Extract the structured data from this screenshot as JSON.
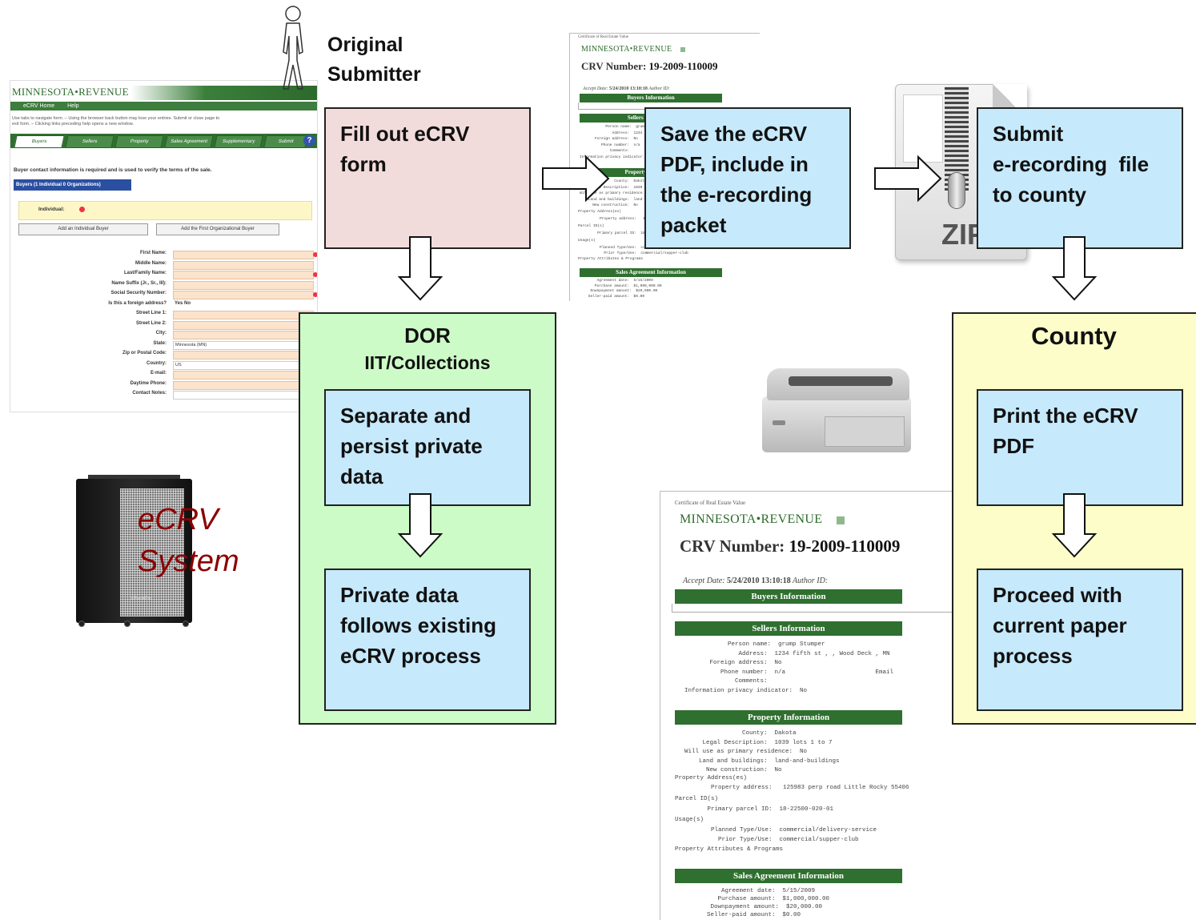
{
  "submitter": {
    "line1": "Original",
    "line2": "Submitter"
  },
  "steps": {
    "fill": [
      "Fill out eCRV",
      "form"
    ],
    "save": [
      "Save the eCRV",
      "PDF, include in",
      "the e-recording",
      "packet"
    ],
    "submit": [
      "Submit",
      "e-recording  file",
      "to county"
    ],
    "separate": [
      "Separate and",
      "persist private",
      "data"
    ],
    "private": [
      "Private data",
      "follows existing",
      "eCRV process"
    ],
    "print": [
      "Print the eCRV",
      "PDF"
    ],
    "proceed": [
      "Proceed with",
      "current paper",
      "process"
    ]
  },
  "dor": {
    "title": "DOR",
    "subtitle": "IIT/Collections"
  },
  "county": {
    "title": "County"
  },
  "system": {
    "line1": "eCRV",
    "line2": "System",
    "server_brand": "XRackPro"
  },
  "zip": {
    "label": "ZIP"
  },
  "form": {
    "brand": "MINNESOTA•REVENUE",
    "nav": [
      "eCRV Home",
      "Help"
    ],
    "note": "Use tabs to navigate form. – Using the browser back button may lose your entries. Submit or close page to exit form. – Clicking links preceding help opens a new window.",
    "tabs": [
      "Buyers",
      "Sellers",
      "Property",
      "Sales Agreement",
      "Supplementary",
      "Submit"
    ],
    "help_glyph": "?",
    "intro": "Buyer contact information is required and is used to verify the terms of the sale.",
    "subtab": "Buyers (1 Individual 0 Organizations)",
    "individual_label": "Individual:",
    "buttons": [
      "Add an Individual Buyer",
      "Add the First Organizational Buyer"
    ],
    "fields": [
      {
        "label": "First Name:",
        "req": true,
        "style": "orange",
        "value": ""
      },
      {
        "label": "Middle Name:",
        "req": false,
        "style": "orange",
        "value": ""
      },
      {
        "label": "Last/Family Name:",
        "req": true,
        "style": "orange",
        "value": ""
      },
      {
        "label": "Name Suffix (Jr., Sr., III):",
        "req": false,
        "style": "orange",
        "value": ""
      },
      {
        "label": "Social Security Number:",
        "req": true,
        "style": "orange",
        "value": ""
      },
      {
        "label": "Is this a foreign address?",
        "req": false,
        "style": "radio",
        "value": "Yes   No"
      },
      {
        "label": "Street Line 1:",
        "req": false,
        "style": "orange",
        "value": ""
      },
      {
        "label": "Street Line 2:",
        "req": false,
        "style": "orange",
        "value": ""
      },
      {
        "label": "City:",
        "req": false,
        "style": "orange",
        "value": ""
      },
      {
        "label": "State:",
        "req": false,
        "style": "plain",
        "value": "Minnesota (MN)"
      },
      {
        "label": "Zip or Postal Code:",
        "req": false,
        "style": "orange",
        "value": ""
      },
      {
        "label": "Country:",
        "req": false,
        "style": "plain",
        "value": "US"
      },
      {
        "label": "E-mail:",
        "req": false,
        "style": "orange",
        "value": ""
      },
      {
        "label": "Daytime Phone:",
        "req": false,
        "style": "orange",
        "value": ""
      },
      {
        "label": "Contact Notes:",
        "req": false,
        "style": "plain",
        "value": ""
      }
    ]
  },
  "doc": {
    "cert": "Certificate of Real Estate Value",
    "brand": "MINNESOTA•REVENUE",
    "crv_label": "CRV Number:",
    "crv_number": "19-2009-110009",
    "accept_label": "Accept Date:",
    "accept_date": "5/24/2010 13:10:18",
    "author_label": "Author ID:",
    "sections": {
      "buyers": "Buyers Information",
      "sellers": "Sellers Information",
      "property": "Property Information",
      "sales": "Sales Agreement Information"
    },
    "sellers_fields": [
      "            Person name:  grump Stumper",
      "               Address:  1234 fifth st , , Wood Deck , MN",
      "       Foreign address:  No",
      "          Phone number:  n/a                         Email",
      "              Comments:",
      "Information privacy indicator:  No"
    ],
    "property_fields": [
      "                County:  Dakota",
      "     Legal Description:  1039 lots 1 to 7",
      "Will use as primary residence:  No",
      "    Land and buildings:  land-and-buildings",
      "      New construction:  No"
    ],
    "property_address_head": "Property Address(es)",
    "property_address": "          Property address:   125983 perp road Little Rocky 55406",
    "parcel_head": "Parcel ID(s)",
    "parcel": "         Primary parcel ID:  18-22500-020-01",
    "usage_head": "Usage(s)",
    "usage": [
      "          Planned Type/Use:  commercial/delivery-service",
      "            Prior Type/Use:  commercial/supper-club"
    ],
    "attributes_head": "Property Attributes & Programs",
    "sales_fields": [
      "        Agreement date:  5/15/2009",
      "       Purchase amount:  $1,000,000.00",
      "     Downpayment amount:  $20,000.00",
      "    Seller-paid amount:  $0.00"
    ]
  }
}
